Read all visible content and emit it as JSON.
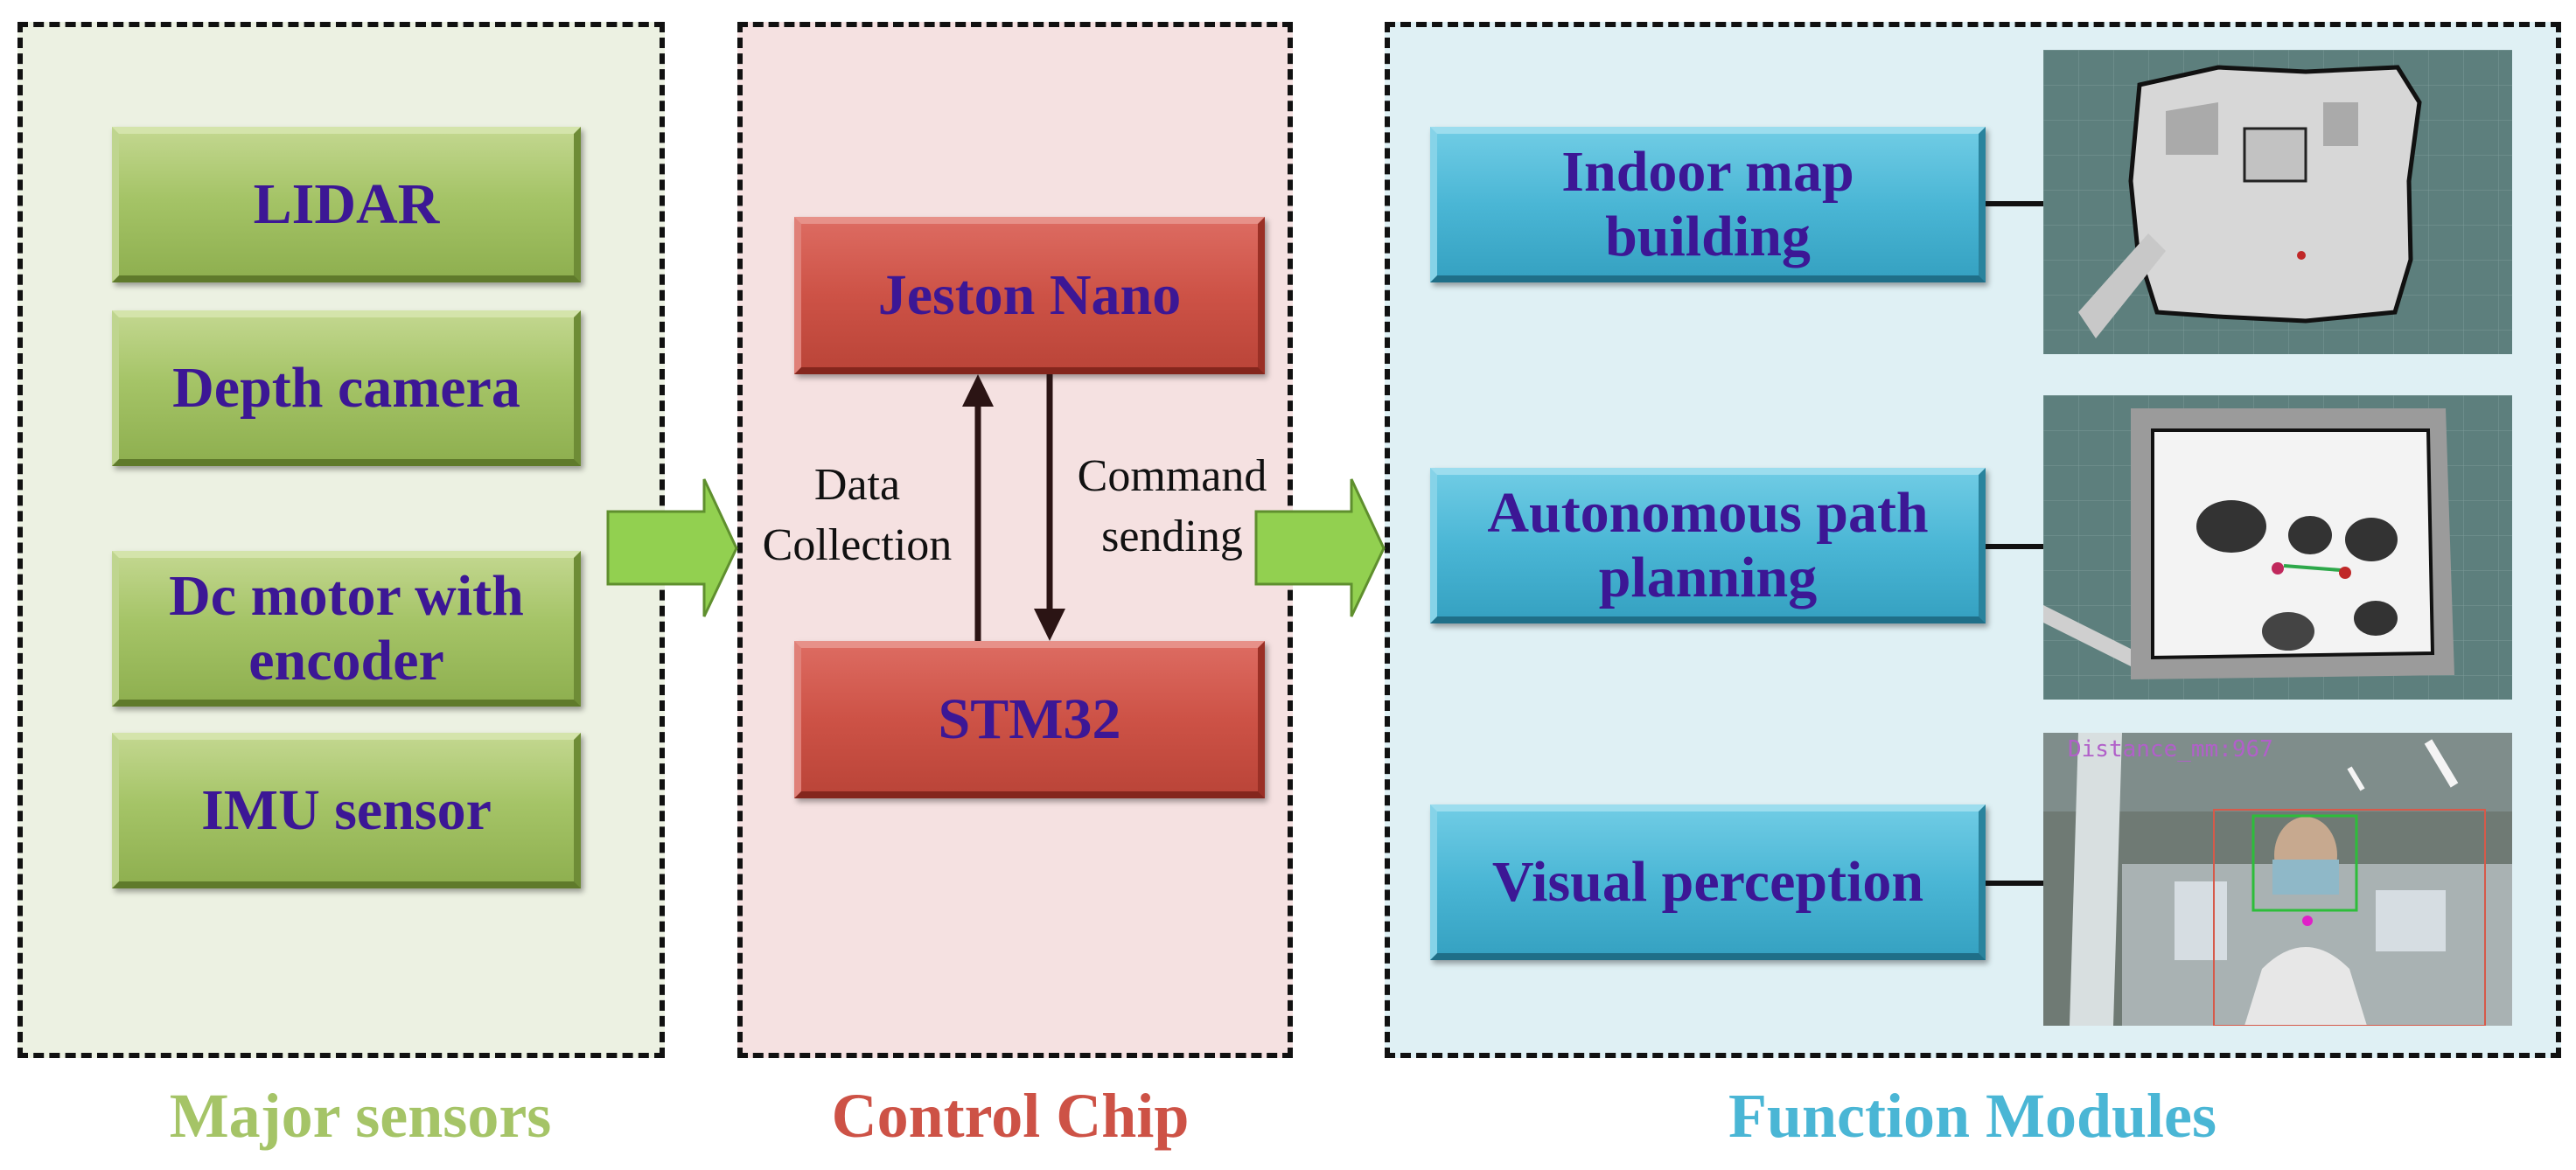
{
  "panels": {
    "sensors": {
      "caption": "Major sensors",
      "items": [
        {
          "lines": [
            "LIDAR"
          ]
        },
        {
          "lines": [
            "Depth camera"
          ]
        },
        {
          "lines": [
            "Dc motor with",
            "encoder"
          ]
        },
        {
          "lines": [
            "IMU sensor"
          ]
        }
      ]
    },
    "control": {
      "caption": "Control Chip",
      "top_box": "Jeston Nano",
      "bottom_box": "STM32",
      "up_label": [
        "Data",
        "Collection"
      ],
      "down_label": [
        "Command",
        "sending"
      ]
    },
    "function": {
      "caption": "Function Modules",
      "items": [
        {
          "lines": [
            "Indoor map",
            "building"
          ],
          "thumb": "map-thumbnail"
        },
        {
          "lines": [
            "Autonomous path",
            "planning"
          ],
          "thumb": "path-planning-thumbnail"
        },
        {
          "lines": [
            "Visual perception"
          ],
          "thumb": "camera-thumbnail",
          "overlay_text": "Distance_mm:967"
        }
      ]
    }
  },
  "colors": {
    "sensor_caption": "#a5c467",
    "control_caption": "#cd5246",
    "function_caption": "#4ab6d5",
    "box_text": "#3c1795",
    "arrow_green": "#92d050"
  }
}
